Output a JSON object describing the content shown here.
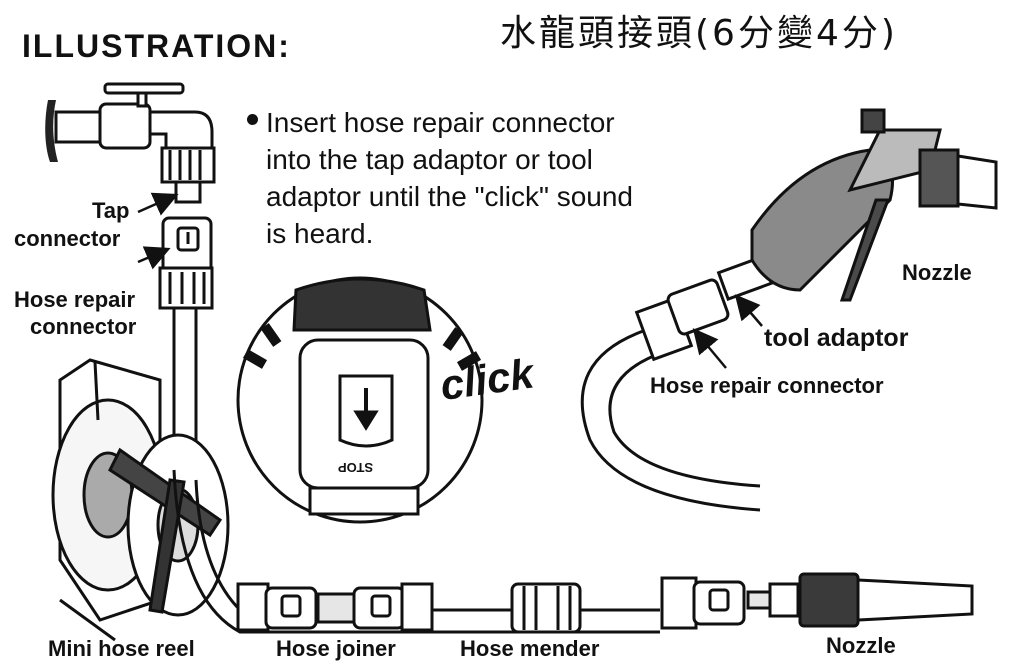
{
  "title": "ILLUSTRATION:",
  "chinese_title": "水龍頭接頭(6分變4分)",
  "instruction": {
    "line1": "Insert hose repair connector",
    "line2": "into the tap adaptor or tool",
    "line3": "adaptor until the \"click\" sound",
    "line4": "is heard."
  },
  "labels": {
    "tap_connector_1": "Tap",
    "tap_connector_2": "connector",
    "hose_repair_left_1": "Hose repair",
    "hose_repair_left_2": "connector",
    "click": "click",
    "stop": "STOP",
    "nozzle_top": "Nozzle",
    "tool_adaptor": "tool adaptor",
    "hose_repair_right": "Hose repair connector",
    "mini_hose_reel": "Mini hose reel",
    "hose_joiner": "Hose joiner",
    "hose_mender": "Hose mender",
    "nozzle_bottom": "Nozzle"
  },
  "colors": {
    "line": "#111111",
    "grip": "#8a8a8a",
    "grip_dark": "#4a4a4a",
    "hose": "#f4f4f4"
  }
}
